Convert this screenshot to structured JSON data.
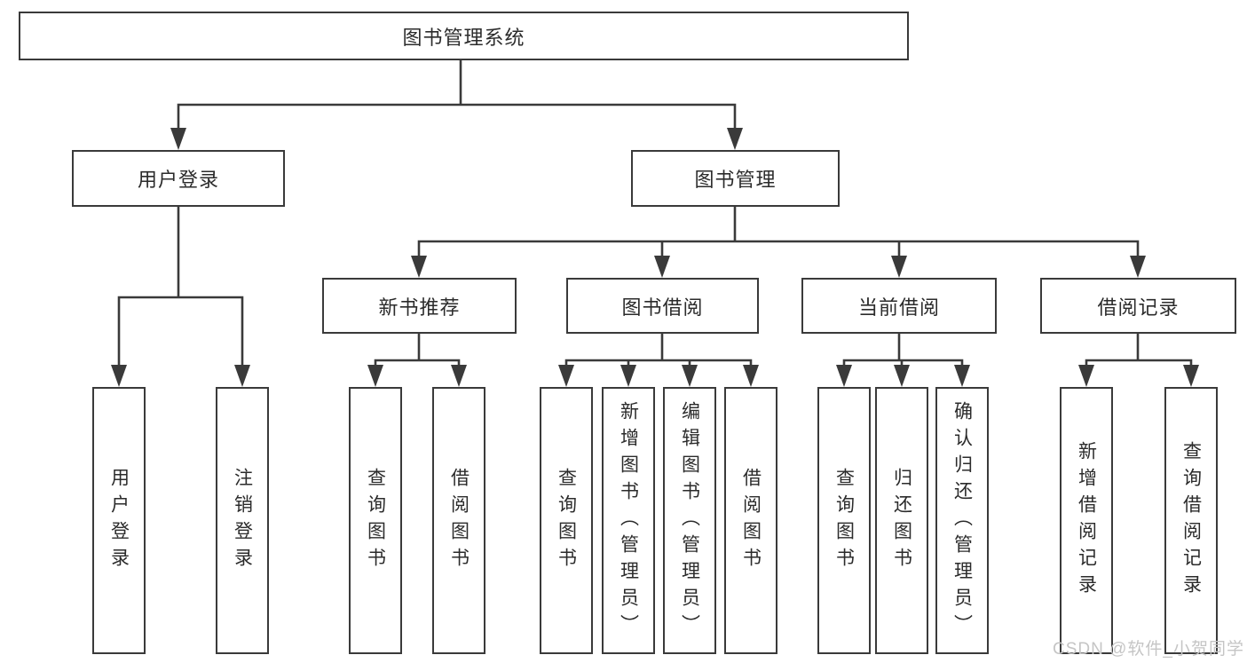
{
  "diagram": {
    "type": "tree",
    "root": {
      "label": "图书管理系统",
      "children": [
        {
          "label": "用户登录",
          "children": [
            {
              "label": "用户登录"
            },
            {
              "label": "注销登录"
            }
          ]
        },
        {
          "label": "图书管理",
          "children": [
            {
              "label": "新书推荐",
              "children": [
                {
                  "label": "查询图书"
                },
                {
                  "label": "借阅图书"
                }
              ]
            },
            {
              "label": "图书借阅",
              "children": [
                {
                  "label": "查询图书"
                },
                {
                  "label": "新增图书（管理员）"
                },
                {
                  "label": "编辑图书（管理员）"
                },
                {
                  "label": "借阅图书"
                }
              ]
            },
            {
              "label": "当前借阅",
              "children": [
                {
                  "label": "查询图书"
                },
                {
                  "label": "归还图书"
                },
                {
                  "label": "确认归还（管理员）"
                }
              ]
            },
            {
              "label": "借阅记录",
              "children": [
                {
                  "label": "新增借阅记录"
                },
                {
                  "label": "查询借阅记录"
                }
              ]
            }
          ]
        }
      ]
    }
  },
  "watermark": {
    "text": "CSDN @软件_小贺同学"
  },
  "colors": {
    "line": "#3a3a3a",
    "text": "#2b2b2b",
    "box-fill": "#ffffff",
    "watermark": "#c5c5c5",
    "background": "#ffffff"
  }
}
